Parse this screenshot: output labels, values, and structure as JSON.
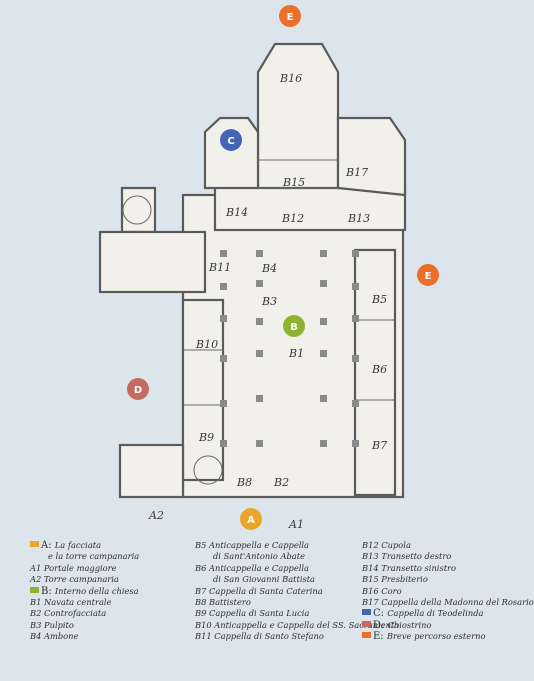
{
  "colors": {
    "A": "#e9a62a",
    "B": "#8cb431",
    "C": "#4465b5",
    "D": "#c46a61",
    "E": "#e96f2a",
    "wall": "#5a5a5a",
    "fill": "#f2f0ea"
  },
  "markers": [
    {
      "id": "A",
      "label": "A",
      "color_key": "A"
    },
    {
      "id": "B",
      "label": "B",
      "color_key": "B"
    },
    {
      "id": "C",
      "label": "C",
      "color_key": "C"
    },
    {
      "id": "D",
      "label": "D",
      "color_key": "D"
    },
    {
      "id": "E_top",
      "label": "E",
      "color_key": "E"
    },
    {
      "id": "E_right",
      "label": "E",
      "color_key": "E"
    }
  ],
  "plan_labels": [
    "B16",
    "B15",
    "B17",
    "B14",
    "B12",
    "B13",
    "B11",
    "B4",
    "B3",
    "B1",
    "B5",
    "B10",
    "B6",
    "B9",
    "B7",
    "B8",
    "B2",
    "A2",
    "A1"
  ],
  "legend": {
    "col1": [
      {
        "key": "A",
        "label": "A:",
        "text": "La facciata"
      },
      {
        "text": "e la torre campanaria",
        "indent": true
      },
      {
        "text": "A1 Portale maggiore"
      },
      {
        "text": "A2 Torre campanaria"
      },
      {
        "key": "B",
        "label": "B:",
        "text": "Interno della chiesa"
      },
      {
        "text": "B1 Navata centrale"
      },
      {
        "text": "B2 Controfacciata"
      },
      {
        "text": "B3 Pulpito"
      },
      {
        "text": "B4 Ambone"
      }
    ],
    "col2": [
      {
        "text": "B5 Anticappella e Cappella"
      },
      {
        "text": "di Sant'Antonio Abate",
        "indent": true
      },
      {
        "text": "B6 Anticappella e Cappella"
      },
      {
        "text": "di San Giovanni Battista",
        "indent": true
      },
      {
        "text": "B7 Cappella di Santa Caterina"
      },
      {
        "text": "B8 Battistero"
      },
      {
        "text": "B9 Cappella di Santa Lucia"
      },
      {
        "text": "B10 Anticappella e Cappella del SS. Sacramento"
      },
      {
        "text": "B11 Cappella di Santo Stefano"
      }
    ],
    "col3": [
      {
        "text": "B12 Cupola"
      },
      {
        "text": "B13 Transetto destro"
      },
      {
        "text": "B14 Transetto sinistro"
      },
      {
        "text": "B15 Presbiterio"
      },
      {
        "text": "B16 Coro"
      },
      {
        "text": "B17 Cappella della Madonna del Rosario"
      },
      {
        "key": "C",
        "label": "C:",
        "text": "Cappella di Teodelinda"
      },
      {
        "key": "D",
        "label": "D:",
        "text": "Chiostrino"
      },
      {
        "key": "E",
        "label": "E:",
        "text": "Breve percorso esterno"
      }
    ]
  }
}
